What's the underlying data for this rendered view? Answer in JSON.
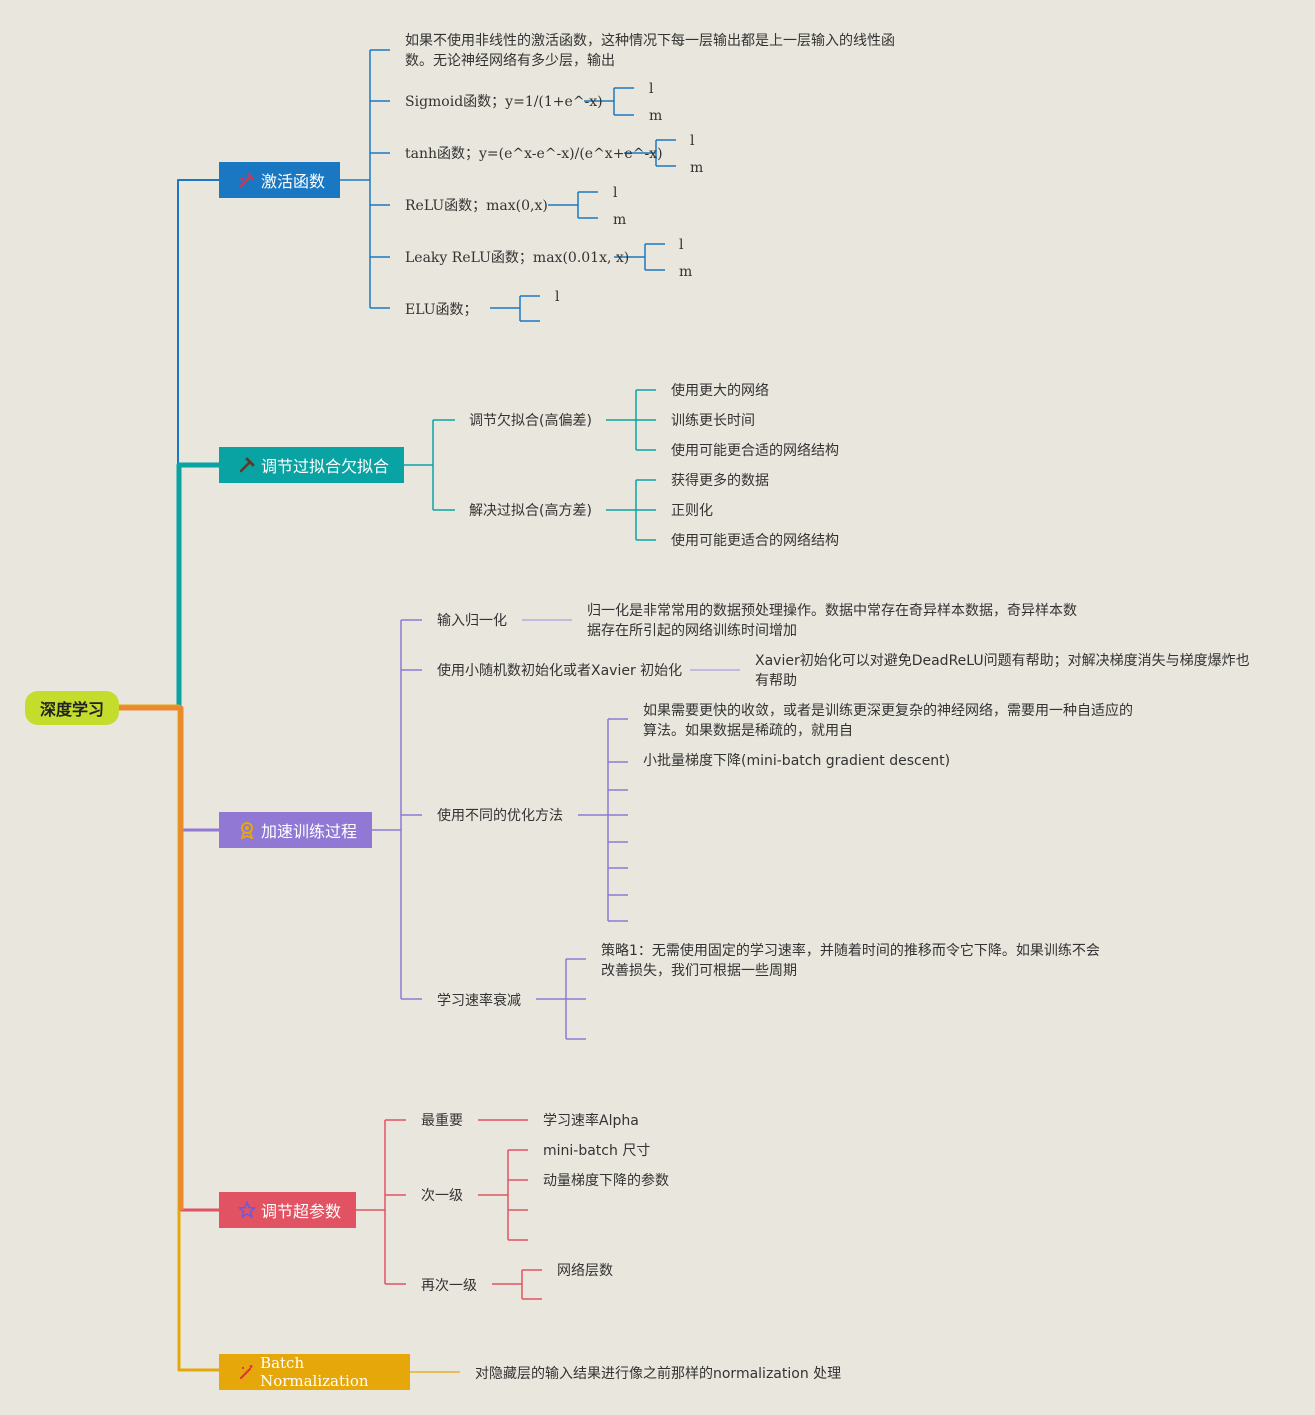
{
  "root": "深度学习",
  "colors": {
    "activation": "#1a78c2",
    "fit": "#0aa3a3",
    "speed": "#9178d4",
    "hyper": "#e15362",
    "bn": "#e6a70a",
    "root": "#c4dc2c"
  },
  "activation": {
    "title": "激活函数",
    "note": "如果不使用非线性的激活函数，这种情况下每一层输出都是上一层输入的线性函数。无论神经网络有多少层，输出",
    "sigmoid": "Sigmoid函数；y=1/(1+e^-x)",
    "tanh": "tanh函数；y=(e^x-e^-x)/(e^x+e^-x)",
    "relu": "ReLU函数；max(0,x)",
    "leaky": "Leaky ReLU函数；max(0.01x, x)",
    "elu": "ELU函数；",
    "sub_l": "l",
    "sub_m": "m"
  },
  "fit": {
    "title": "调节过拟合欠拟合",
    "under": {
      "label": "调节欠拟合(高偏差)",
      "items": [
        "使用更大的网络",
        "训练更长时间",
        "使用可能更合适的网络结构"
      ]
    },
    "over": {
      "label": "解决过拟合(高方差)",
      "items": [
        "获得更多的数据",
        "正则化",
        "使用可能更适合的网络结构"
      ]
    }
  },
  "speed": {
    "title": "加速训练过程",
    "normalize": {
      "label": "输入归一化",
      "note": "归一化是非常常用的数据预处理操作。数据中常存在奇异样本数据，奇异样本数据存在所引起的网络训练时间增加"
    },
    "init": {
      "label": "使用小随机数初始化或者Xavier 初始化",
      "note": "Xavier初始化可以对避免DeadReLU问题有帮助；对解决梯度消失与梯度爆炸也有帮助"
    },
    "optim": {
      "label": "使用不同的优化方法",
      "items": [
        "如果需要更快的收敛，或者是训练更深更复杂的神经网络，需要用一种自适应的算法。如果数据是稀疏的，就用自",
        "小批量梯度下降(mini-batch gradient descent)"
      ]
    },
    "decay": {
      "label": "学习速率衰减",
      "items": [
        "策略1：无需使用固定的学习速率，并随着时间的推移而令它下降。如果训练不会改善损失，我们可根据一些周期"
      ]
    }
  },
  "hyper": {
    "title": "调节超参数",
    "top": {
      "label": "最重要",
      "items": [
        "学习速率Alpha"
      ]
    },
    "second": {
      "label": "次一级",
      "items": [
        "mini-batch 尺寸",
        "动量梯度下降的参数"
      ]
    },
    "third": {
      "label": "再次一级",
      "items": [
        "网络层数"
      ]
    }
  },
  "bn": {
    "title": "Batch Normalization",
    "note": "对隐藏层的输入结果进行像之前那样的normalization 处理"
  }
}
